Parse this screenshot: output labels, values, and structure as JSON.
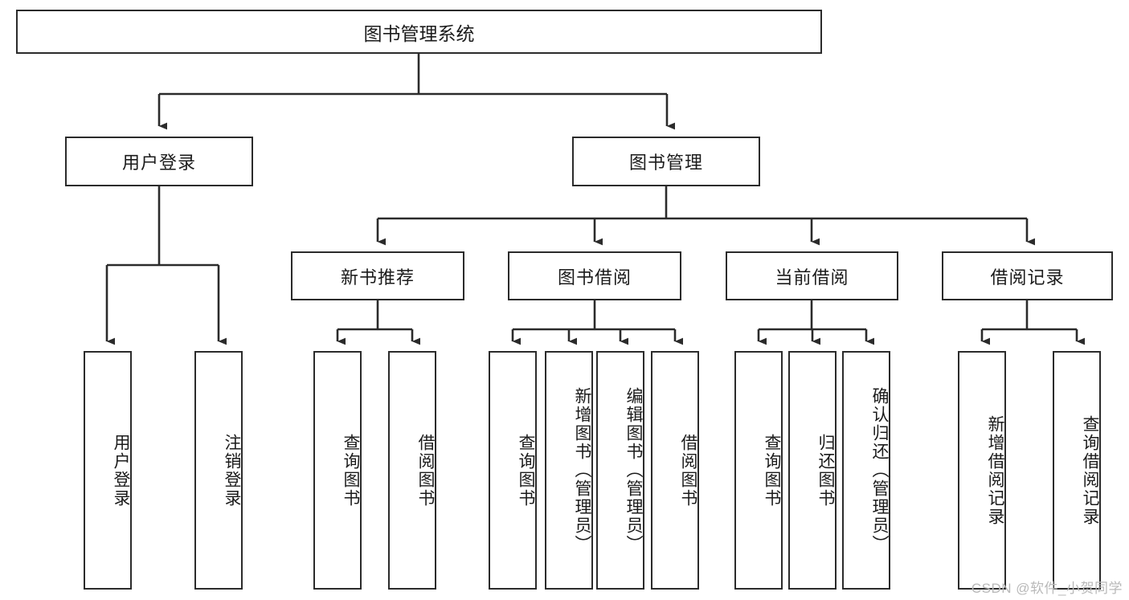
{
  "diagram": {
    "title": "图书管理系统",
    "watermark": "CSDN @软件_小贺同学",
    "colors": {
      "box_border": "#2b2b2b",
      "connector": "#2b2b2b",
      "background": "#ffffff",
      "watermark": "#b9b9b9"
    },
    "nodes": {
      "root": "图书管理系统",
      "l2_user_login": "用户登录",
      "l2_book_mgmt": "图书管理",
      "l3_new_book": "新书推荐",
      "l3_borrow": "图书借阅",
      "l3_current": "当前借阅",
      "l3_records": "借阅记录",
      "leaf_user_login": "用户登录",
      "leaf_logout": "注销登录",
      "leaf_query_book_1": "查询图书",
      "leaf_borrow_book_1": "借阅图书",
      "leaf_query_book_2": "查询图书",
      "leaf_add_book": "新增图书（管理员）",
      "leaf_edit_book": "编辑图书（管理员）",
      "leaf_borrow_book_2": "借阅图书",
      "leaf_query_book_3": "查询图书",
      "leaf_return_book": "归还图书",
      "leaf_confirm_return": "确认归还（管理员）",
      "leaf_add_record": "新增借阅记录",
      "leaf_query_record": "查询借阅记录"
    }
  }
}
